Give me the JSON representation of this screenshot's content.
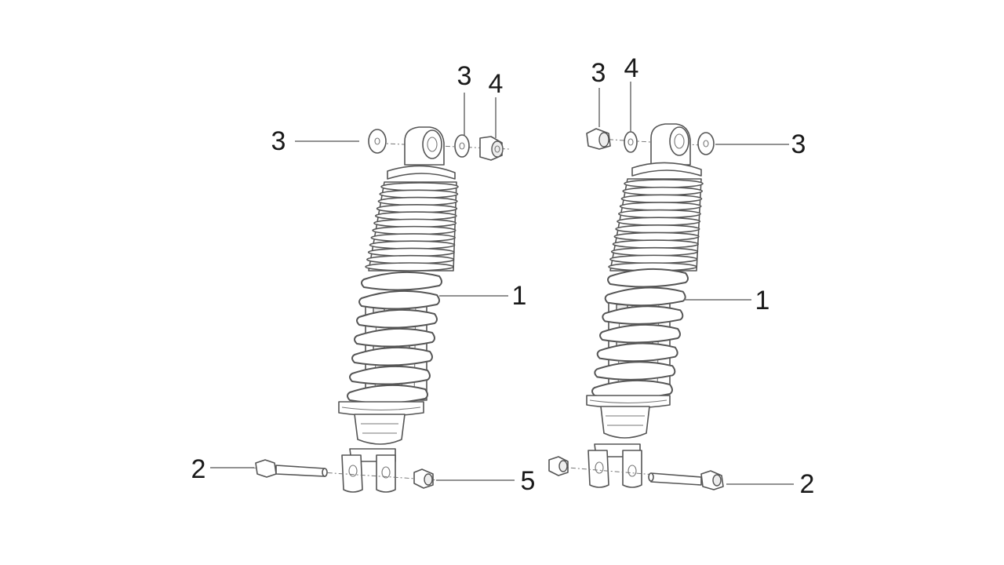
{
  "callouts": {
    "left": [
      {
        "number": "3"
      },
      {
        "number": "3"
      },
      {
        "number": "4"
      },
      {
        "number": "1"
      },
      {
        "number": "2"
      },
      {
        "number": "5"
      }
    ],
    "right": [
      {
        "number": "3"
      },
      {
        "number": "4"
      },
      {
        "number": "3"
      },
      {
        "number": "1"
      },
      {
        "number": "2"
      }
    ]
  }
}
